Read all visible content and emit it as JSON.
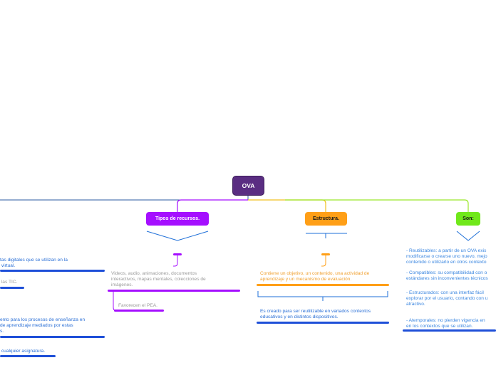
{
  "root": {
    "label": "OVA",
    "color": "#5a2d82"
  },
  "branches": [
    {
      "label": "Tipos de recursos.",
      "color": "#a50fff"
    },
    {
      "label": "Estructura.",
      "color": "#ff9f17"
    },
    {
      "label": "Son:",
      "color": "#70e81a"
    }
  ],
  "left_texts": {
    "t1": "tas digitales que se utilizan en la\n virtual.",
    "t2": " las TIC.",
    "t3": "ento para los procesos de enseñanza en\nde aprendizaje mediados por estas\ns.",
    "t4": " cualquier asignatura."
  },
  "tipos": {
    "text": "Videos, audio, animaciones, documentos\ninteractivos, mapas mentales, colecciones de\nimágenes.",
    "sub": "Favorecen el PEA."
  },
  "estructura": {
    "text": "Contiene un objetivo, un contenido, una actividad de\naprendizaje y un mecanismo de evaluación.",
    "sub": "Es creado para ser reutilizable en variados contextos\neducativos y en distintos dispositivos."
  },
  "son": {
    "items": [
      "- Reutilizables: a partir de un OVA exis\nmodificarse o crearse uno nuevo, mejo\ncontenido o utilizarlo en otros contexto",
      "- Compatibles: su compatibilidad con o\nestándares sin inconvenientes técnicos",
      "- Estructurados: con una interfaz fácil\nexplorar por el usuario, contando con u\natractivo.",
      "- Atemporales: no pierden vigencia en\nen los contextos que se utilizan."
    ]
  },
  "colors": {
    "blue": "#1e4fd8",
    "light_blue": "#3a86e0",
    "gray_text": "#9a9a9a",
    "blue_text": "#2a6fd6",
    "orange_text": "#f0a030"
  }
}
